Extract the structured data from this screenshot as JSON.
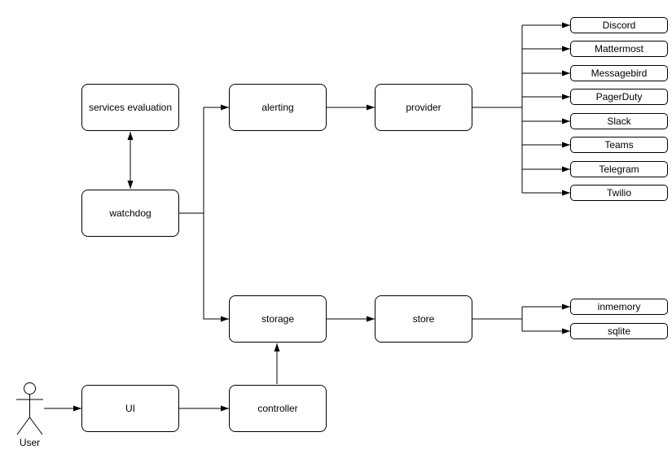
{
  "diagram": {
    "background_color": "#ffffff",
    "stroke_color": "#000000",
    "node_fill_color": "#ffffff",
    "text_color": "#000000",
    "actor": {
      "label": "User"
    },
    "nodes": {
      "services_evaluation": {
        "label": "services evaluation"
      },
      "watchdog": {
        "label": "watchdog"
      },
      "alerting": {
        "label": "alerting"
      },
      "provider": {
        "label": "provider"
      },
      "storage": {
        "label": "storage"
      },
      "store": {
        "label": "store"
      },
      "ui": {
        "label": "UI"
      },
      "controller": {
        "label": "controller"
      }
    },
    "providers": [
      "Discord",
      "Mattermost",
      "Messagebird",
      "PagerDuty",
      "Slack",
      "Teams",
      "Telegram",
      "Twilio"
    ],
    "stores": [
      "inmemory",
      "sqlite"
    ],
    "edges": [
      {
        "from": "watchdog",
        "to": "services evaluation",
        "style": "double-arrow"
      },
      {
        "from": "watchdog",
        "to": "alerting",
        "style": "arrow"
      },
      {
        "from": "watchdog",
        "to": "storage",
        "style": "arrow"
      },
      {
        "from": "alerting",
        "to": "provider",
        "style": "arrow"
      },
      {
        "from": "provider",
        "to": "Discord",
        "style": "arrow"
      },
      {
        "from": "provider",
        "to": "Mattermost",
        "style": "arrow"
      },
      {
        "from": "provider",
        "to": "Messagebird",
        "style": "arrow"
      },
      {
        "from": "provider",
        "to": "PagerDuty",
        "style": "arrow"
      },
      {
        "from": "provider",
        "to": "Slack",
        "style": "arrow"
      },
      {
        "from": "provider",
        "to": "Teams",
        "style": "arrow"
      },
      {
        "from": "provider",
        "to": "Telegram",
        "style": "arrow"
      },
      {
        "from": "provider",
        "to": "Twilio",
        "style": "arrow"
      },
      {
        "from": "storage",
        "to": "store",
        "style": "arrow"
      },
      {
        "from": "store",
        "to": "inmemory",
        "style": "arrow"
      },
      {
        "from": "store",
        "to": "sqlite",
        "style": "arrow"
      },
      {
        "from": "controller",
        "to": "storage",
        "style": "arrow"
      },
      {
        "from": "UI",
        "to": "controller",
        "style": "arrow"
      },
      {
        "from": "User",
        "to": "UI",
        "style": "arrow"
      }
    ]
  }
}
